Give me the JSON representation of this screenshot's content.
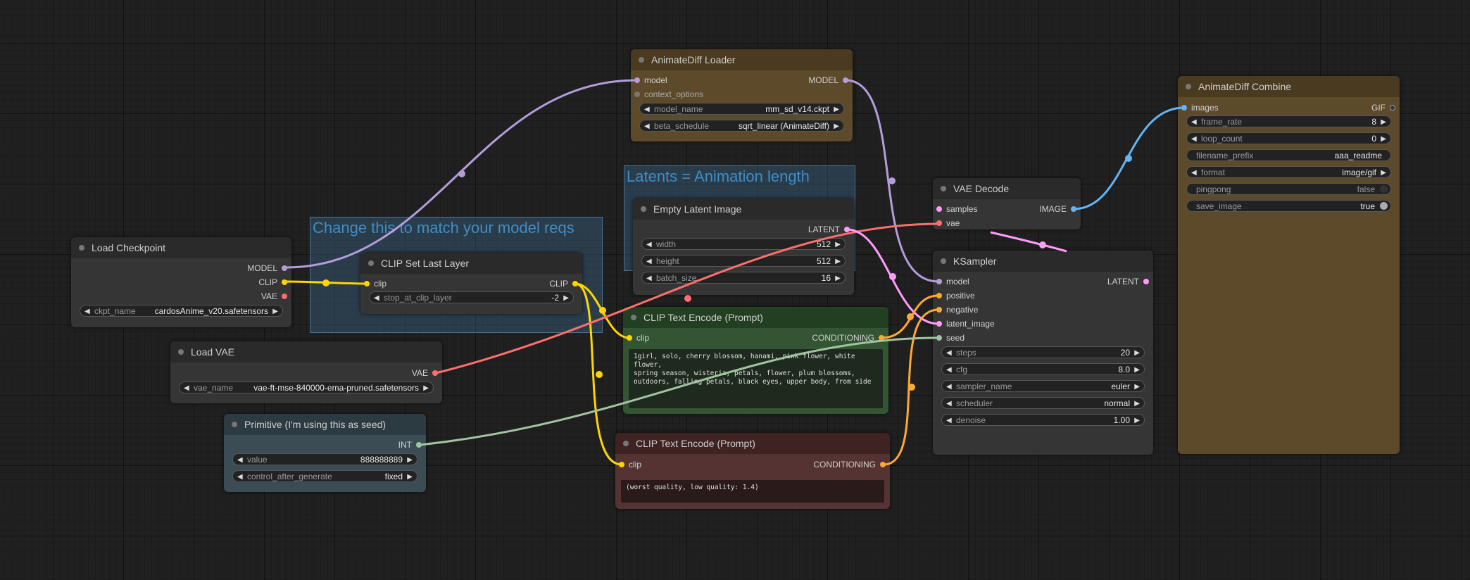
{
  "colors": {
    "model": "#b39ddb",
    "clip": "#ffd500",
    "vae": "#ff6e6e",
    "conditioning": "#ffa931",
    "latent": "#ff9cf9",
    "image": "#64b5f6",
    "int": "#a1c5a1"
  },
  "groups": {
    "model_reqs": "Change this to match your model reqs",
    "latents": "Latents = Animation length"
  },
  "load_checkpoint": {
    "title": "Load Checkpoint",
    "out_model": "MODEL",
    "out_clip": "CLIP",
    "out_vae": "VAE",
    "ckpt_label": "ckpt_name",
    "ckpt_value": "cardosAnime_v20.safetensors"
  },
  "clip_set_last_layer": {
    "title": "CLIP Set Last Layer",
    "in_clip": "clip",
    "out_clip": "CLIP",
    "stop_label": "stop_at_clip_layer",
    "stop_value": "-2"
  },
  "load_vae": {
    "title": "Load VAE",
    "out_vae": "VAE",
    "vae_label": "vae_name",
    "vae_value": "vae-ft-mse-840000-ema-pruned.safetensors"
  },
  "primitive": {
    "title": "Primitive (I'm using this as seed)",
    "out_int": "INT",
    "value_label": "value",
    "value_value": "888888889",
    "cag_label": "control_after_generate",
    "cag_value": "fixed"
  },
  "animatediff_loader": {
    "title": "AnimateDiff Loader",
    "in_model": "model",
    "in_context": "context_options",
    "out_model": "MODEL",
    "model_name_label": "model_name",
    "model_name_value": "mm_sd_v14.ckpt",
    "beta_label": "beta_schedule",
    "beta_value": "sqrt_linear (AnimateDiff)"
  },
  "empty_latent": {
    "title": "Empty Latent Image",
    "out_latent": "LATENT",
    "width_label": "width",
    "width_value": "512",
    "height_label": "height",
    "height_value": "512",
    "batch_label": "batch_size",
    "batch_value": "16"
  },
  "clip_text_pos": {
    "title": "CLIP Text Encode (Prompt)",
    "in_clip": "clip",
    "out_cond": "CONDITIONING",
    "text": "1girl, solo, cherry blossom, hanami, pink flower, white flower,\nspring season, wisteria, petals, flower, plum blossoms,\noutdoors, falling petals, black eyes, upper body, from side"
  },
  "clip_text_neg": {
    "title": "CLIP Text Encode (Prompt)",
    "in_clip": "clip",
    "out_cond": "CONDITIONING",
    "text": "(worst quality, low quality: 1.4)"
  },
  "vae_decode": {
    "title": "VAE Decode",
    "in_samples": "samples",
    "in_vae": "vae",
    "out_image": "IMAGE"
  },
  "ksampler": {
    "title": "KSampler",
    "in_model": "model",
    "in_positive": "positive",
    "in_negative": "negative",
    "in_latent": "latent_image",
    "in_seed": "seed",
    "out_latent": "LATENT",
    "steps_label": "steps",
    "steps_value": "20",
    "cfg_label": "cfg",
    "cfg_value": "8.0",
    "sampler_label": "sampler_name",
    "sampler_value": "euler",
    "scheduler_label": "scheduler",
    "scheduler_value": "normal",
    "denoise_label": "denoise",
    "denoise_value": "1.00"
  },
  "animatediff_combine": {
    "title": "AnimateDiff Combine",
    "in_images": "images",
    "out_gif": "GIF",
    "frame_rate_label": "frame_rate",
    "frame_rate_value": "8",
    "loop_label": "loop_count",
    "loop_value": "0",
    "prefix_label": "filename_prefix",
    "prefix_value": "aaa_readme",
    "format_label": "format",
    "format_value": "image/gif",
    "pingpong_label": "pingpong",
    "pingpong_value": "false",
    "save_label": "save_image",
    "save_value": "true"
  }
}
